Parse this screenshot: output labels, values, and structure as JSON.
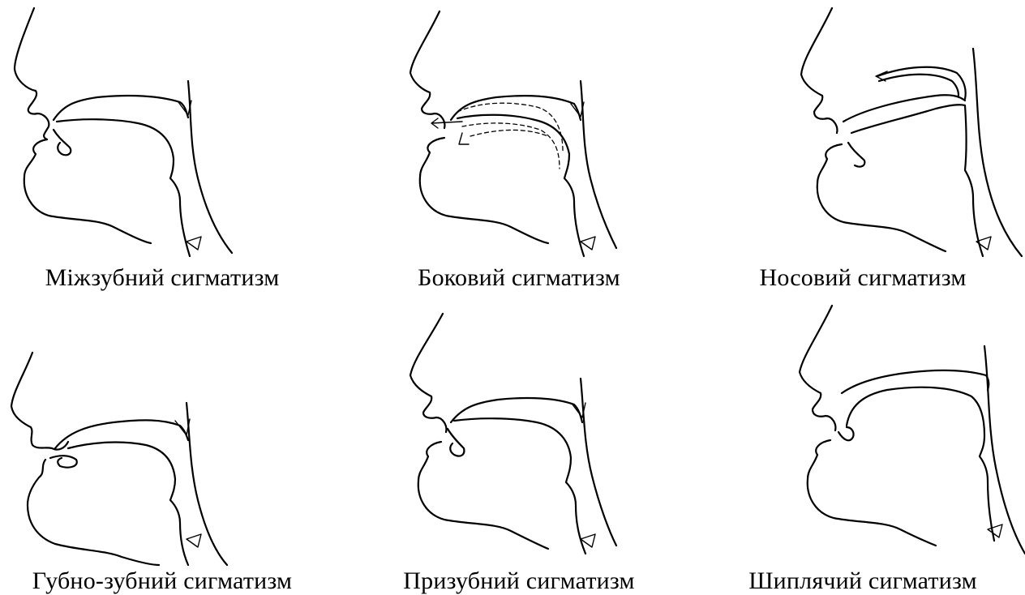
{
  "figures": [
    {
      "caption": "Міжзубний сигматизм"
    },
    {
      "caption": "Боковий сигматизм"
    },
    {
      "caption": "Носовий сигматизм"
    },
    {
      "caption": "Губно-зубний сигматизм"
    },
    {
      "caption": "Призубний сигматизм"
    },
    {
      "caption": "Шиплячий сигматизм"
    }
  ]
}
